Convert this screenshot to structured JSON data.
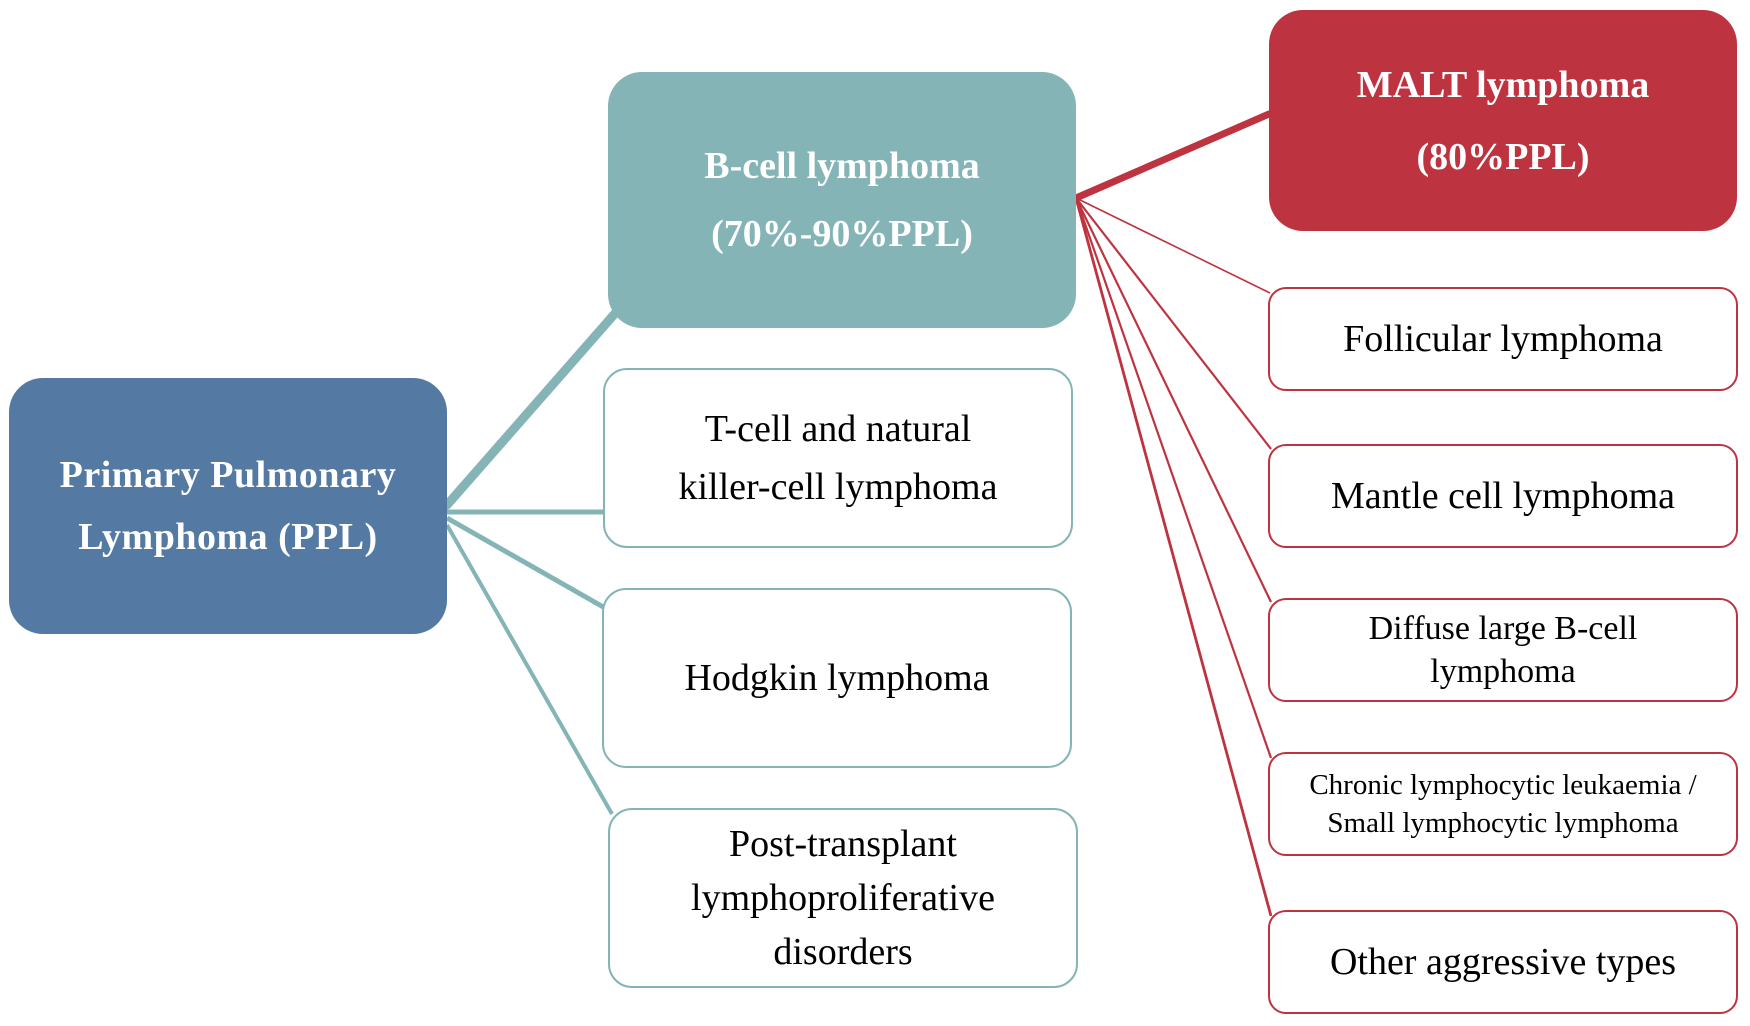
{
  "nodes": {
    "root": [
      "Primary Pulmonary",
      "Lymphoma (PPL)"
    ],
    "bcell": [
      "B-cell lymphoma",
      "(70%-90%PPL)"
    ],
    "tnk": [
      "T-cell and natural",
      "killer-cell lymphoma"
    ],
    "hodgkin": [
      "Hodgkin lymphoma"
    ],
    "ptld": [
      "Post-transplant",
      "lymphoproliferative",
      "disorders"
    ],
    "malt": [
      "MALT lymphoma",
      "(80%PPL)"
    ],
    "follicular": [
      "Follicular lymphoma"
    ],
    "mantle": [
      "Mantle cell lymphoma"
    ],
    "dlbcl": [
      "Diffuse large B-cell",
      "lymphoma"
    ],
    "cll": [
      "Chronic lymphocytic leukaemia /",
      "Small lymphocytic lymphoma"
    ],
    "other": [
      "Other aggressive types"
    ]
  },
  "colors": {
    "root_fill": "#5479a2",
    "bcell_fill": "#84b4b6",
    "teal_line": "#84b4b6",
    "malt_fill": "#be3340",
    "red_line": "#be3340"
  }
}
